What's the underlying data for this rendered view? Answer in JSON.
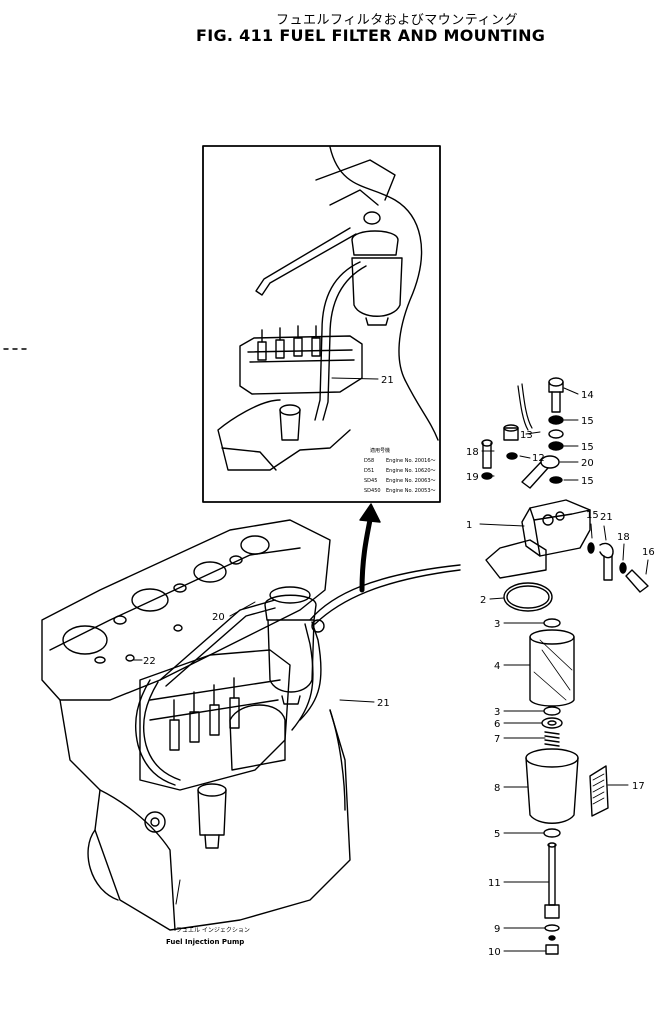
{
  "title_japanese": "フュエルフィルタおよびマウンティング",
  "title_english": "FIG. 411  FUEL FILTER AND MOUNTING",
  "inset_table": {
    "header": "適用号機",
    "rows": [
      {
        "model": "D58",
        "serial": "Engine No. 20016～"
      },
      {
        "model": "D51",
        "serial": "Engine No. 10620～"
      },
      {
        "model": "SD45",
        "serial": "Engine No. 20063～"
      },
      {
        "model": "SD450",
        "serial": "Engine No. 20053～"
      }
    ]
  },
  "pump_label_japanese": "フュエル インジェクション",
  "pump_label_english": "Fuel Injection Pump",
  "callouts": {
    "c1": "1",
    "c2": "2",
    "c3a": "3",
    "c3b": "3",
    "c4": "4",
    "c5": "5",
    "c6": "6",
    "c7": "7",
    "c8": "8",
    "c9": "9",
    "c10": "10",
    "c11": "11",
    "c12": "12",
    "c13": "13",
    "c14": "14",
    "c15a": "15",
    "c15b": "15",
    "c15c": "15",
    "c15d": "15",
    "c16": "16",
    "c17": "17",
    "c18a": "18",
    "c18b": "18",
    "c19": "19",
    "c20a": "20",
    "c20b": "20",
    "c21a": "21",
    "c21b": "21",
    "c21c": "21",
    "c22": "22"
  }
}
